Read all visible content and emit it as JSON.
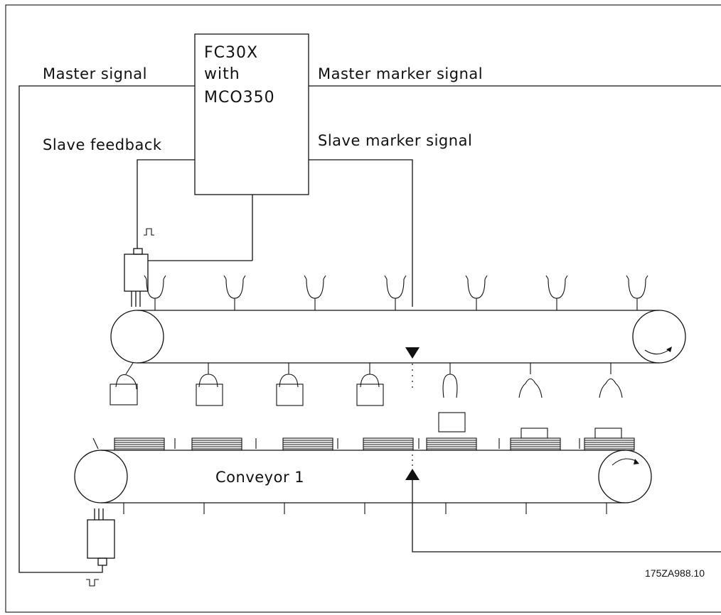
{
  "labels": {
    "master_signal": "Master signal",
    "master_marker_signal": "Master marker signal",
    "slave_feedback": "Slave feedback",
    "slave_marker_signal": "Slave marker signal",
    "conveyor": "Conveyor 1",
    "figure_ref": "175ZA988.10"
  },
  "controller": {
    "line1": "FC30X",
    "line2": "with",
    "line3": "MCO350"
  },
  "icons": {
    "pulse_top": "square-pulse-icon",
    "pulse_bottom": "square-pulse-inverted-icon",
    "rotation": "rotation-arrow-icon"
  },
  "colors": {
    "stroke": "#111111",
    "product_fill": "#d0d0d0",
    "background": "#ffffff"
  }
}
